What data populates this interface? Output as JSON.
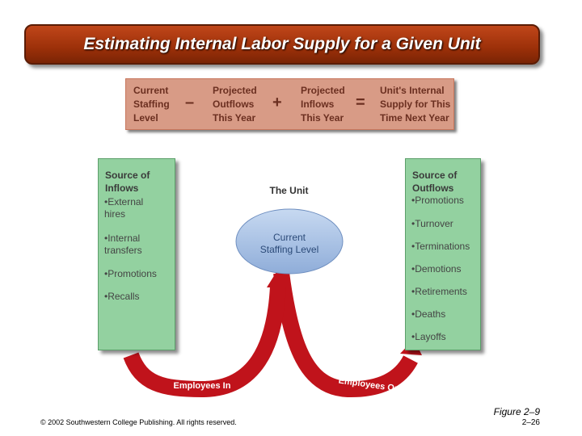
{
  "title": "Estimating Internal Labor Supply for a Given Unit",
  "equation": {
    "term1": "Current\nStaffing\nLevel",
    "op1": "–",
    "term2": "Projected\nOutflows\nThis Year",
    "op2": "+",
    "term3": "Projected\nInflows\nThis Year",
    "op3": "=",
    "term4": "Unit's Internal\nSupply for This\nTime Next Year"
  },
  "inflows": {
    "title": "Source of\nInflows",
    "items": [
      "•External\n  hires",
      "•Internal\n  transfers",
      "•Promotions",
      "•Recalls"
    ]
  },
  "outflows": {
    "title": "Source of\nOutflows",
    "items": [
      "•Promotions",
      "•Turnover",
      "•Terminations",
      "•Demotions",
      "•Retirements",
      "•Deaths",
      "•Layoffs"
    ]
  },
  "unit": {
    "label": "The Unit",
    "circle_text": "Current\nStaffing Level"
  },
  "arrows": {
    "left_label": "Employees In",
    "right_label": "Employees Out"
  },
  "footer": {
    "figure": "Figure 2–9",
    "page": "2–26",
    "copyright": "© 2002 Southwestern College Publishing. All rights reserved."
  },
  "colors": {
    "title_bar": "#9c3009",
    "equation_box": "#d89b86",
    "panels": "#93d1a0",
    "arrows": "#c0131b",
    "circle": "#a9c3e6"
  }
}
